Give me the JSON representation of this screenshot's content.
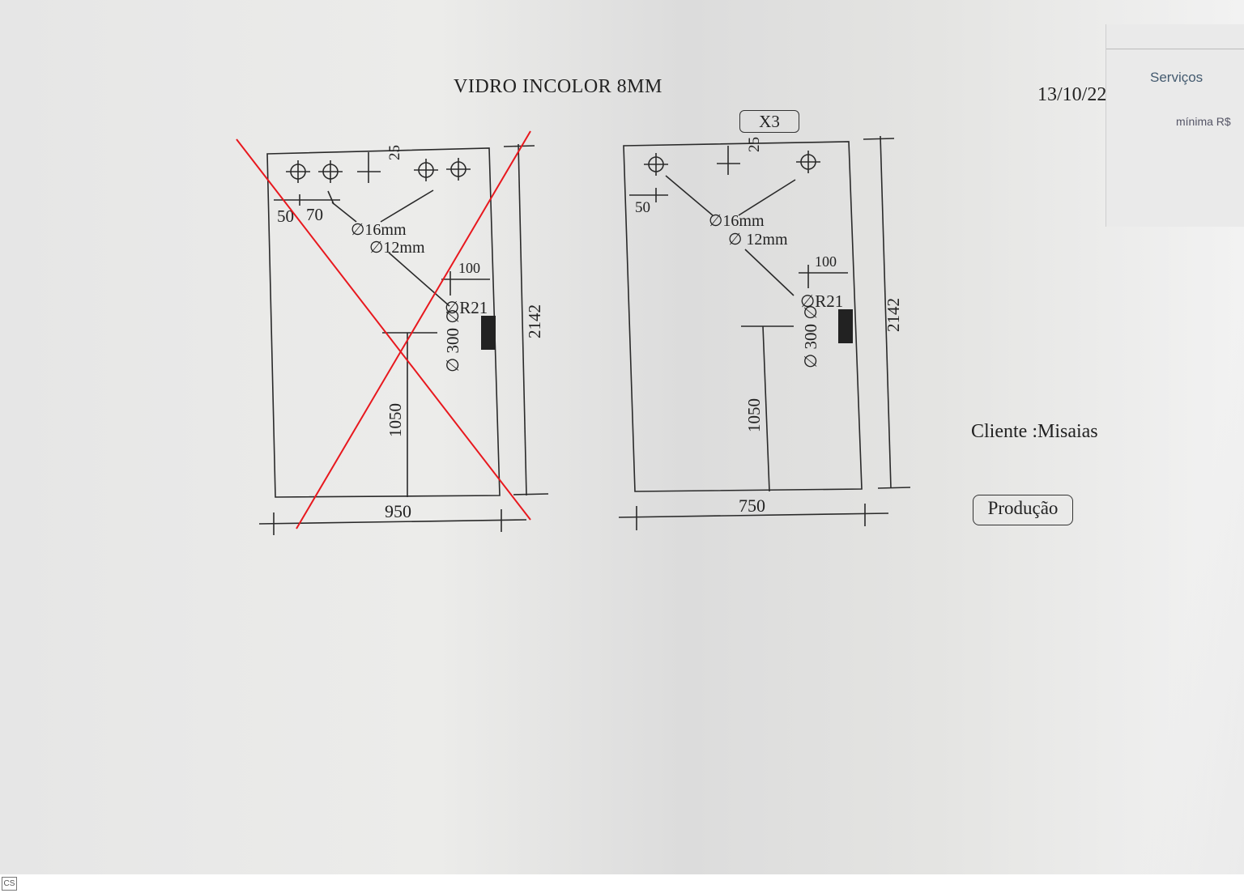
{
  "document": {
    "title": "VIDRO INCOLOR 8MM",
    "date": "13/10/22",
    "quantity_badge": "X3",
    "client": "Cliente :Misaias",
    "status_badge": "Produção",
    "corner_text": {
      "servicos": "Serviços",
      "minima": "mínima  R$"
    }
  },
  "drawing_left": {
    "crossed_out": true,
    "cross_color": "#e8181e",
    "labels": {
      "edge_25": "25",
      "offset_50": "50",
      "offset_70": "70",
      "hole_16": "∅16mm",
      "hole_12": "∅12mm",
      "dim_100": "100",
      "radius": "∅R21",
      "handle": "∅ 300 ∅",
      "height_1050": "1050",
      "height_2142": "2142",
      "width_950": "950"
    }
  },
  "drawing_right": {
    "labels": {
      "edge_25": "25",
      "offset_50": "50",
      "hole_16": "∅16mm",
      "hole_12": "∅ 12mm",
      "dim_100": "100",
      "radius": "∅R21",
      "handle": "∅ 300 ∅",
      "height_1050": "1050",
      "height_2142": "2142",
      "width_750": "750"
    }
  },
  "footer": {
    "logo": "CS"
  }
}
